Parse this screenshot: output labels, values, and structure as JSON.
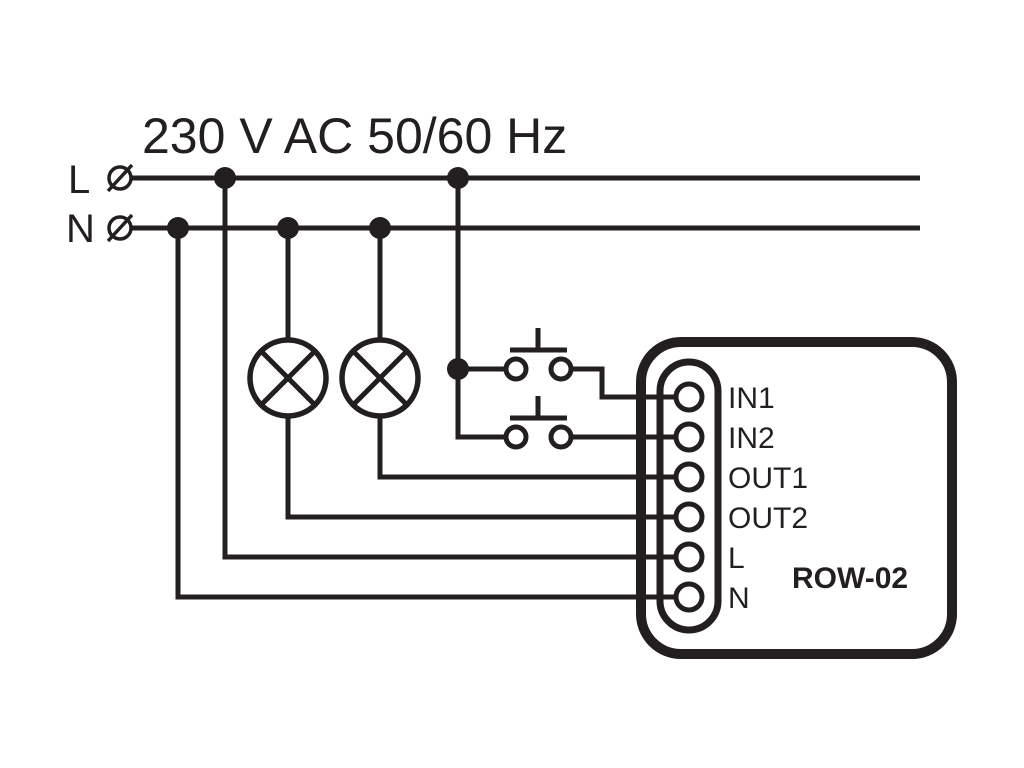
{
  "supply": {
    "title": "230 V AC 50/60 Hz",
    "line_label": "L",
    "neutral_label": "N"
  },
  "device": {
    "model": "ROW-02",
    "terminals": [
      {
        "label": "IN1"
      },
      {
        "label": "IN2"
      },
      {
        "label": "OUT1"
      },
      {
        "label": "OUT2"
      },
      {
        "label": "L"
      },
      {
        "label": "N"
      }
    ]
  },
  "colors": {
    "ink": "#231f20",
    "background": "#ffffff"
  },
  "icons": [
    "terminal-symbol-icon",
    "lamp-icon",
    "push-button-icon",
    "junction-dot-icon"
  ]
}
